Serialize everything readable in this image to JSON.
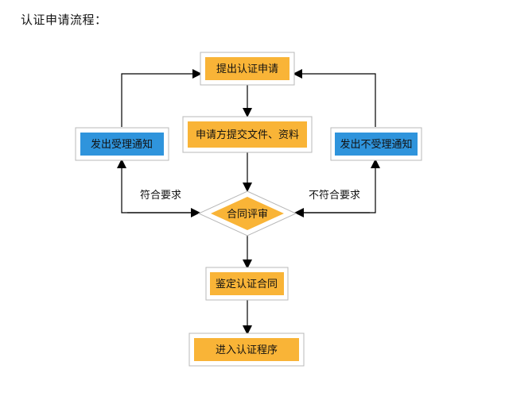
{
  "title": "认证申请流程：",
  "colors": {
    "orange": "#F9B437",
    "blue": "#2F94DC",
    "box_border": "#B8B8B8",
    "line": "#000000"
  },
  "nodes": {
    "submit": "提出认证申请",
    "documents": "申请方提交文件、资料",
    "accept": "发出受理通知",
    "reject": "发出不受理通知",
    "review": "合同评审",
    "sign": "鉴定认证合同",
    "enter": "进入认证程序"
  },
  "edges": {
    "meets": "符合要求",
    "not_meets": "不符合要求"
  }
}
